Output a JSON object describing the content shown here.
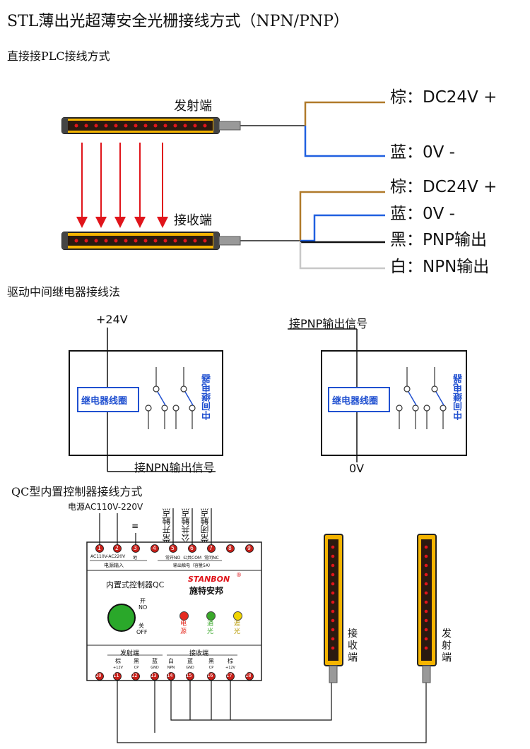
{
  "title": "STL薄出光超薄安全光栅接线方式（NPN/PNP）",
  "section1": {
    "heading": "直接接PLC接线方式",
    "emitter_label": "发射端",
    "receiver_label": "接收端",
    "emitter_wires": [
      "棕：DC24V +",
      "蓝：0V -"
    ],
    "receiver_wires": [
      "棕：DC24V +",
      "蓝：0V -",
      "黑：PNP输出",
      "白：NPN输出"
    ]
  },
  "section2": {
    "heading": "驱动中间继电器接线法",
    "left": {
      "top_label": "+24V",
      "coil_label": "继电器线圈",
      "relay_label": "中间继电器",
      "bottom_label": "接NPN输出信号"
    },
    "right": {
      "top_label": "接PNP输出信号",
      "coil_label": "继电器线圈",
      "relay_label": "中间继电器",
      "bottom_label": "0V"
    }
  },
  "section3": {
    "heading": "QC型内置控制器接线方式",
    "power_label": "电源AC110V-220V",
    "ground_symbol": "≡",
    "contact_labels": [
      "常开触点",
      "公共触点",
      "常闭触点"
    ],
    "top_terminals": [
      "1",
      "2",
      "3",
      "4",
      "5",
      "6",
      "7",
      "8",
      "9"
    ],
    "top_sub": [
      "AC110V-AC220V",
      "地",
      "常开NO",
      "公共COM",
      "常闭NC"
    ],
    "power_input_label": "电源输入",
    "relay_output_label": "输出触电（容量5A）",
    "controller_name": "内置式控制器QC",
    "brand_en": "STANBON",
    "brand_cn": "施特安邦",
    "switch_on": [
      "开",
      "NO"
    ],
    "switch_off": [
      "关",
      "OFF"
    ],
    "lights": [
      {
        "label": "电源",
        "color": "#e52b20"
      },
      {
        "label": "通光",
        "color": "#3aa82a"
      },
      {
        "label": "遮光",
        "color": "#f0d400"
      }
    ],
    "emitter_group": "发射端",
    "receiver_group": "接收端",
    "bottom_wire_labels": [
      {
        "top": "棕",
        "sub": "+12V"
      },
      {
        "top": "黑",
        "sub": "CP"
      },
      {
        "top": "蓝",
        "sub": "GND"
      },
      {
        "top": "白",
        "sub": "NPN"
      },
      {
        "top": "蓝",
        "sub": "GND"
      },
      {
        "top": "黑",
        "sub": "CP"
      },
      {
        "top": "棕",
        "sub": "+12V"
      }
    ],
    "bottom_terminals": [
      "10",
      "11",
      "12",
      "13",
      "14",
      "15",
      "16",
      "17",
      "18"
    ],
    "receiver_side_label": "接收端",
    "emitter_side_label": "发射端"
  }
}
